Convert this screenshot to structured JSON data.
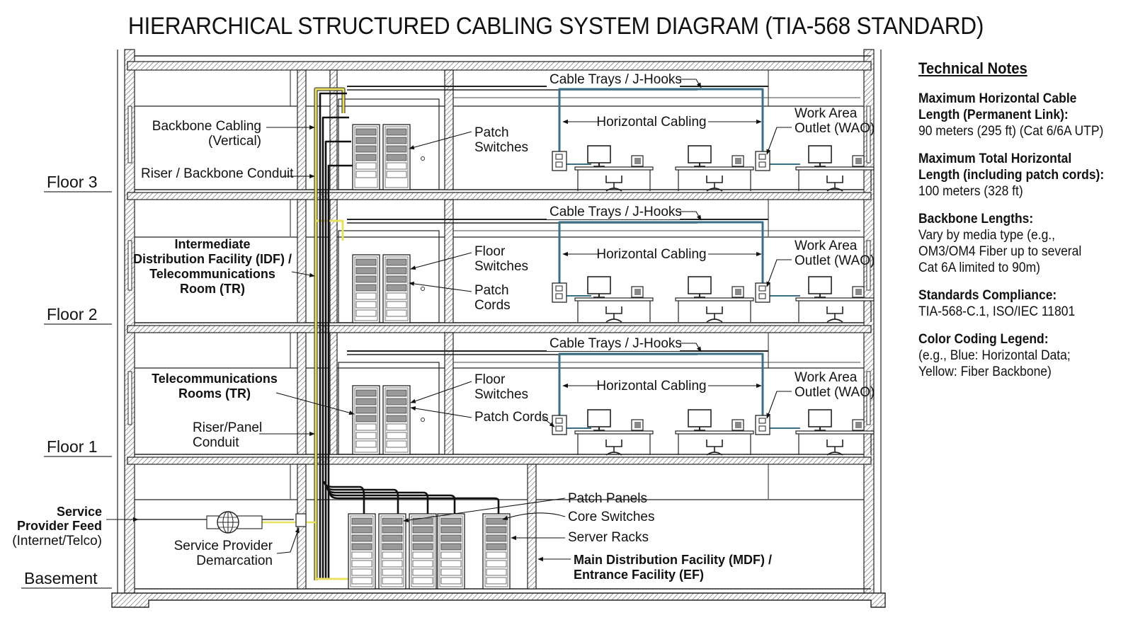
{
  "title": "HIERARCHICAL STRUCTURED CABLING SYSTEM DIAGRAM (TIA-568 STANDARD)",
  "colors": {
    "fiber_backbone": "#e8e060",
    "horizontal_data": "#3a6f86",
    "copper_backbone": "#111111",
    "wall_hatch": "#555555"
  },
  "floors": [
    {
      "id": "floor3",
      "label": "Floor 3"
    },
    {
      "id": "floor2",
      "label": "Floor 2"
    },
    {
      "id": "floor1",
      "label": "Floor 1"
    },
    {
      "id": "basement",
      "label": "Basement"
    }
  ],
  "labels": {
    "backbone_cabling": [
      "Backbone Cabling",
      "(Vertical)"
    ],
    "riser_conduit": "Riser / Backbone Conduit",
    "idf": [
      "Intermediate",
      "Distribution Facility (IDF) /",
      "Telecommunications",
      "Room (TR)"
    ],
    "tr": [
      "Telecommunications",
      "Rooms (TR)"
    ],
    "riser_panel": [
      "Riser/Panel",
      "Conduit"
    ],
    "service_feed": [
      "Service",
      "Provider Feed"
    ],
    "service_feed_sub": "(Internet/Telco)",
    "demarc": [
      "Service Provider",
      "Demarcation"
    ],
    "floor3_rack": [
      "Patch",
      "Switches"
    ],
    "floor2_rack_a": [
      "Floor",
      "Switches"
    ],
    "floor2_rack_b": [
      "Patch",
      "Cords"
    ],
    "floor1_rack_a": [
      "Floor",
      "Switches"
    ],
    "floor1_rack_b": "Patch Cords",
    "cable_trays": "Cable Trays / J-Hooks",
    "horizontal_cabling": "Horizontal Cabling",
    "wao": [
      "Work Area",
      "Outlet (WAO)"
    ],
    "patch_panels": "Patch Panels",
    "core_switches": "Core Switches",
    "server_racks": "Server Racks",
    "mdf": [
      "Main Distribution Facility (MDF) /",
      "Entrance Facility (EF)"
    ]
  },
  "notes": {
    "heading": "Technical Notes",
    "sections": [
      {
        "title": [
          "Maximum Horizontal Cable",
          "Length (Permanent Link):"
        ],
        "body": [
          "90 meters (295 ft) (Cat 6/6A UTP)"
        ]
      },
      {
        "title": [
          "Maximum Total Horizontal",
          "Length (including patch cords):"
        ],
        "body": [
          "100 meters (328 ft)"
        ]
      },
      {
        "title": [
          "Backbone Lengths:"
        ],
        "body": [
          "Vary by media type (e.g.,",
          "OM3/OM4 Fiber up to several",
          "Cat 6A limited to 90m)"
        ]
      },
      {
        "title": [
          "Standards Compliance:"
        ],
        "body": [
          "TIA-568-C.1, ISO/IEC 11801"
        ]
      },
      {
        "title": [
          "Color Coding Legend:"
        ],
        "body": [
          "(e.g., Blue: Horizontal Data;",
          "Yellow: Fiber Backbone)"
        ]
      }
    ]
  }
}
